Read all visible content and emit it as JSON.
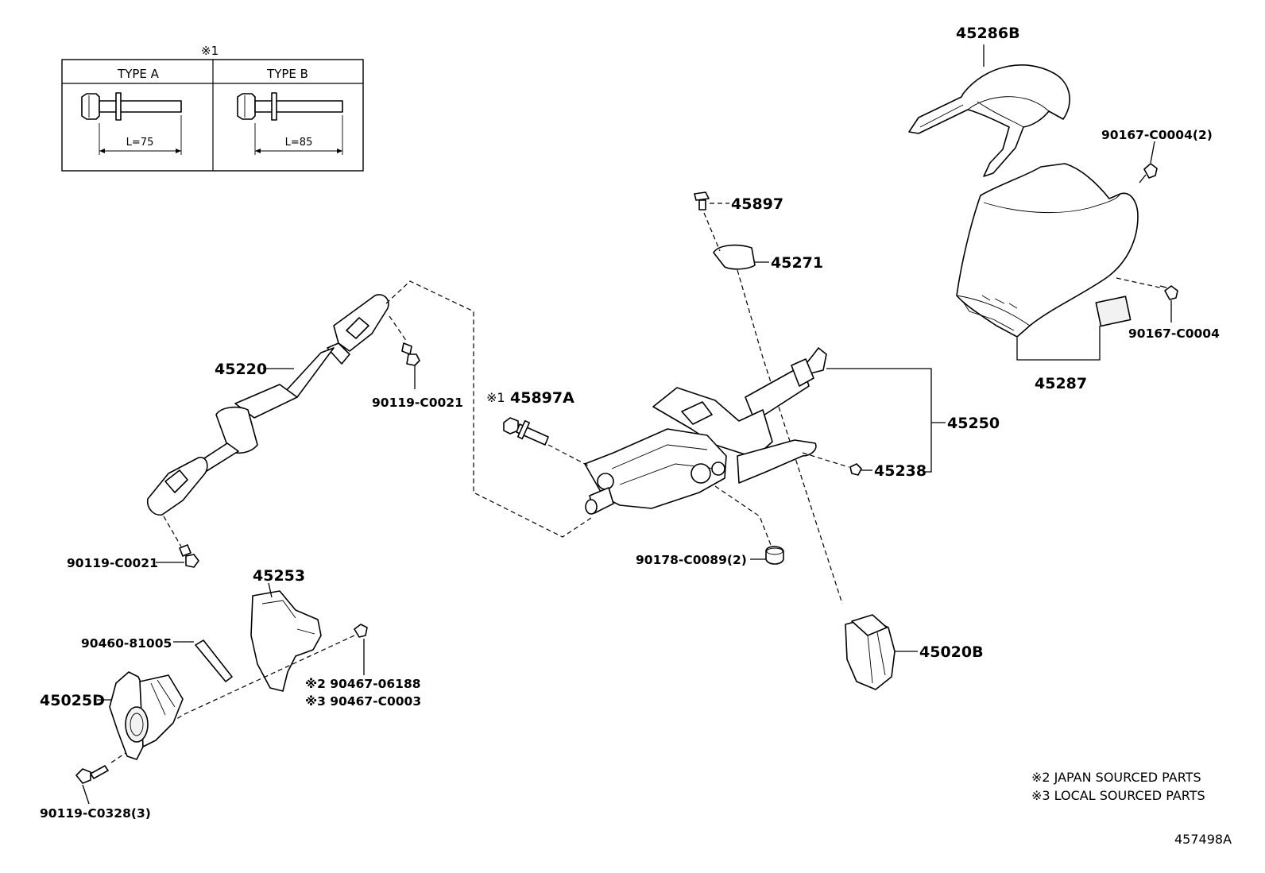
{
  "inset": {
    "marker": "※1",
    "type_a": {
      "label": "TYPE A",
      "length": "L=75"
    },
    "type_b": {
      "label": "TYPE B",
      "length": "L=85"
    }
  },
  "parts": {
    "p45286B": "45286B",
    "p90167_C0004_2": "90167-C0004(2)",
    "p90167_C0004": "90167-C0004",
    "p45287": "45287",
    "p45897": "45897",
    "p45271": "45271",
    "p45220": "45220",
    "p90119_C0021_a": "90119-C0021",
    "p90119_C0021_b": "90119-C0021",
    "p45897A_marker": "※1",
    "p45897A": "45897A",
    "p45250": "45250",
    "p45238": "45238",
    "p90178_C0089_2": "90178-C0089(2)",
    "p45253": "45253",
    "p90460_81005": "90460-81005",
    "p90467_06188": "※2 90467-06188",
    "p90467_C0003": "※3 90467-C0003",
    "p45025D": "45025D",
    "p90119_C0328_3": "90119-C0328(3)",
    "p45020B": "45020B"
  },
  "notes": {
    "note2": "※2 JAPAN SOURCED PARTS",
    "note3": "※3 LOCAL SOURCED PARTS"
  },
  "diagram_id": "457498A",
  "icons": [
    "bolt-icon",
    "steering-column-icon",
    "intermediate-shaft-icon",
    "column-cover-icon",
    "clip-icon",
    "grommet-icon",
    "switch-icon"
  ]
}
